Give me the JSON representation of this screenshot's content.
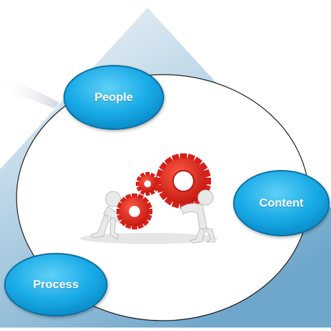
{
  "diagram": {
    "nodes": [
      {
        "id": "people",
        "label": "People"
      },
      {
        "id": "content",
        "label": "Content"
      },
      {
        "id": "process",
        "label": "Process"
      }
    ],
    "center_image": "two figures pushing red gears",
    "colors": {
      "triangle_top": "#f2f7fb",
      "triangle_bottom": "#7fb2d2",
      "node_fill": "#1eb0ea",
      "node_border": "#0b6fa0",
      "gear_red": "#e2231a",
      "circle_border": "#1a1a1a"
    }
  }
}
